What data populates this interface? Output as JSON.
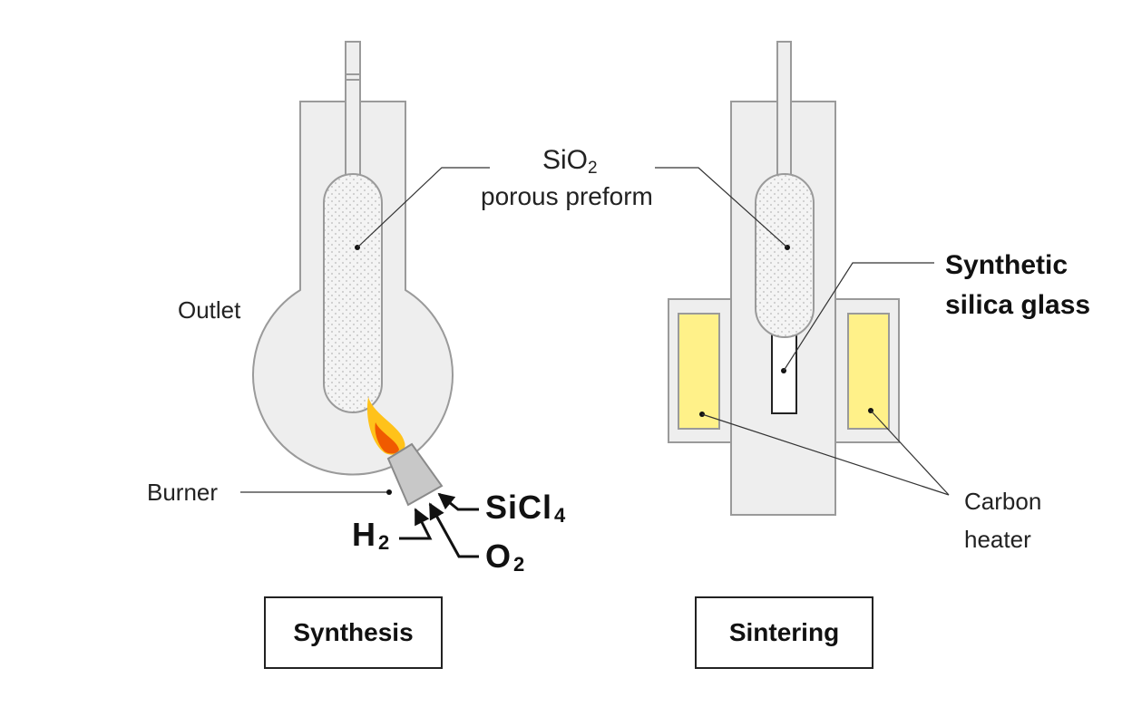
{
  "labels": {
    "sio2_main": "SiO",
    "sio2_sub": "2",
    "porous_preform": "porous preform",
    "outlet": "Outlet",
    "burner": "Burner",
    "synthetic_line1": "Synthetic",
    "synthetic_line2": "silica glass",
    "carbon_line1": "Carbon",
    "carbon_line2": "heater"
  },
  "gases": {
    "sicl_main": "SiCl",
    "sicl_sub": "4",
    "h_main": "H",
    "h_sub": "2",
    "o_main": "O",
    "o_sub": "2"
  },
  "stages": {
    "synthesis": "Synthesis",
    "sintering": "Sintering"
  },
  "colors": {
    "vessel_fill": "#eeeeee",
    "vessel_stroke": "#9a9a9a",
    "heater_fill": "#fff189",
    "flame_outer": "#ffc21a",
    "flame_inner": "#f05a00",
    "burner_fill": "#c8c8c8"
  }
}
